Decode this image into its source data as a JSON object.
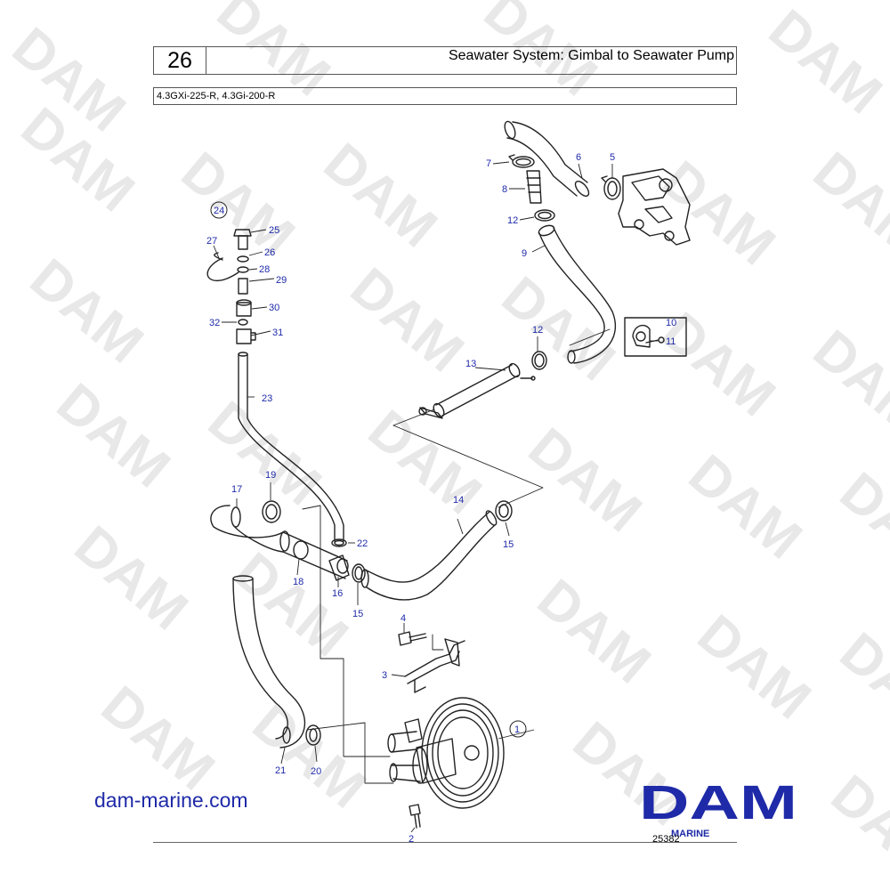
{
  "header": {
    "page_number": "26",
    "title": "Seawater System: Gimbal to Seawater Pump",
    "models": "4.3GXi-225-R, 4.3Gi-200-R"
  },
  "watermark": {
    "text": "DAM"
  },
  "parts": {
    "p1": "1",
    "p2": "2",
    "p3": "3",
    "p4": "4",
    "p5": "5",
    "p6": "6",
    "p7": "7",
    "p8": "8",
    "p9": "9",
    "p10": "10",
    "p11": "11",
    "p12": "12",
    "p13": "13",
    "p14": "14",
    "p15": "15",
    "p16": "16",
    "p17": "17",
    "p18": "18",
    "p19": "19",
    "p20": "20",
    "p21": "21",
    "p22": "22",
    "p23": "23",
    "p24": "24",
    "p25": "25",
    "p26": "26",
    "p27": "27",
    "p28": "28",
    "p29": "29",
    "p30": "30",
    "p31": "31",
    "p32": "32"
  },
  "footer": {
    "website": "dam-marine.com",
    "logo_text": "DAM",
    "logo_sub": "MARINE",
    "figure_number": "25382"
  },
  "colors": {
    "label_blue": "#1e2aa8",
    "line": "#222222",
    "watermark": "#e6e6e6"
  }
}
